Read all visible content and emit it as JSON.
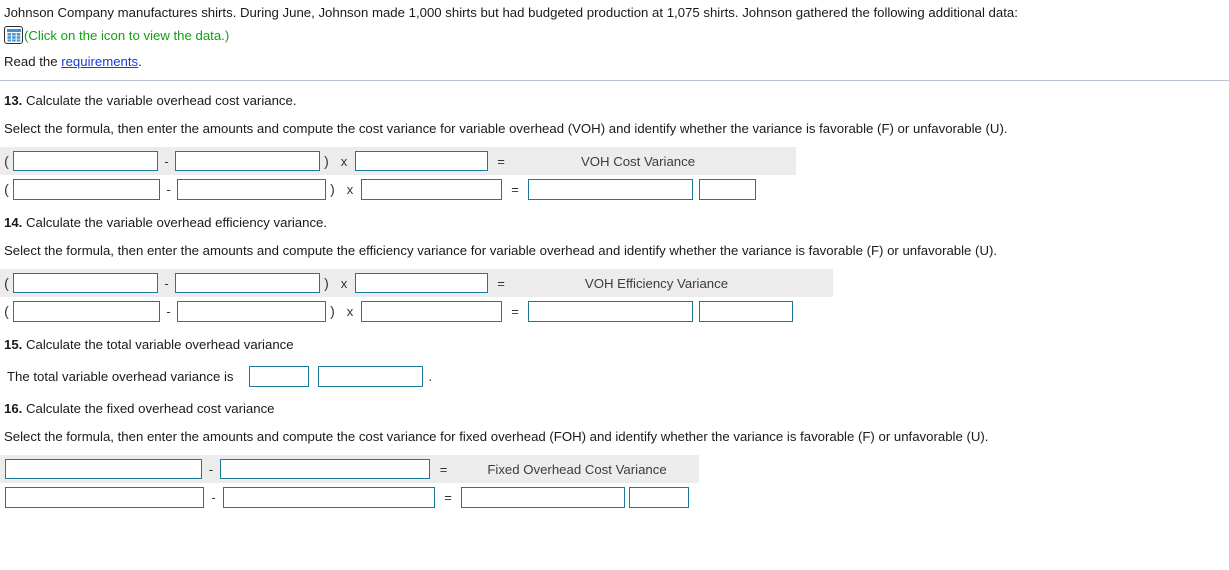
{
  "intro": {
    "paragraph": "Johnson Company manufactures shirts. During June, Johnson made 1,000 shirts but had budgeted production at 1,075 shirts. Johnson gathered the following additional data:",
    "icon_name": "spreadsheet-data-icon",
    "icon_caption": "(Click on the icon to view the data.)",
    "read_prefix": "Read the ",
    "read_link": "requirements",
    "read_suffix": "."
  },
  "colors": {
    "input_border": "#1b7a9c",
    "shaded_row": "#ececec",
    "link": "#1a3ad6",
    "icon_caption": "#12a012",
    "divider": "#b9c2d0"
  },
  "operators": {
    "open_paren": "(",
    "close_paren": ")",
    "minus": "-",
    "times": "x",
    "equals": "="
  },
  "questions": [
    {
      "number": "13.",
      "title": " Calculate the variable overhead cost variance.",
      "instruction": "Select the formula, then enter the amounts and compute the cost variance for variable overhead (VOH) and identify whether the variance is favorable (F) or unfavorable (U).",
      "result_label": "VOH Cost Variance"
    },
    {
      "number": "14.",
      "title": " Calculate the variable overhead efficiency variance.",
      "instruction": "Select the formula, then enter the amounts and compute the efficiency variance for variable overhead and identify whether the variance is favorable (F) or unfavorable (U).",
      "result_label": "VOH Efficiency Variance"
    },
    {
      "number": "15.",
      "title": " Calculate the total variable overhead variance",
      "statement": "The total variable overhead variance is",
      "period": "."
    },
    {
      "number": "16.",
      "title": " Calculate the fixed overhead cost variance",
      "instruction": "Select the formula, then enter the amounts and compute the cost variance for fixed overhead (FOH) and identify whether the variance is favorable (F) or unfavorable (U).",
      "result_label": "Fixed Overhead Cost Variance"
    }
  ]
}
